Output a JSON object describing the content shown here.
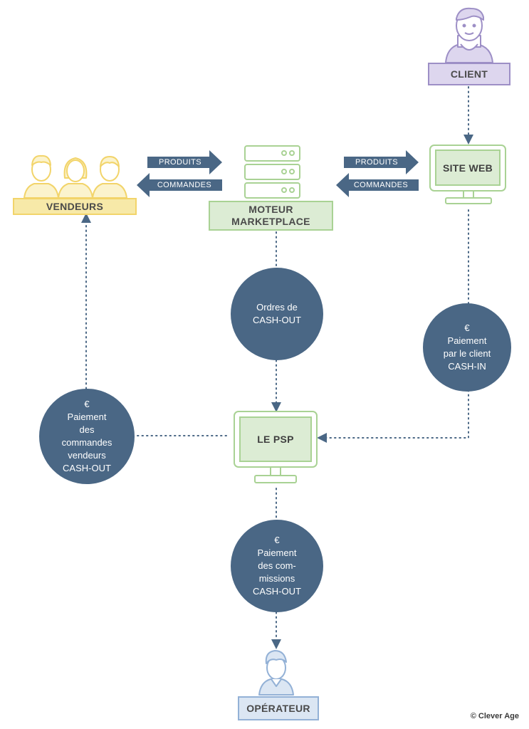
{
  "nodes": {
    "client": "CLIENT",
    "vendeurs": "VENDEURS",
    "moteur": [
      "MOTEUR",
      "MARKETPLACE"
    ],
    "site_web": "SITE WEB",
    "psp": "LE PSP",
    "operateur": "OPÉRATEUR"
  },
  "arrows": {
    "left_produits": "PRODUITS",
    "left_commandes": "COMMANDES",
    "right_produits": "PRODUITS",
    "right_commandes": "COMMANDES"
  },
  "circles": {
    "ordres": [
      "Ordres de",
      "CASH-OUT"
    ],
    "paiement_client": [
      "€",
      "Paiement",
      "par le client",
      "CASH-IN"
    ],
    "paiement_vendeurs": [
      "€",
      "Paiement",
      "des",
      "commandes",
      "vendeurs",
      "CASH-OUT"
    ],
    "paiement_commissions": [
      "€",
      "Paiement",
      "des com-",
      "missions",
      "CASH-OUT"
    ]
  },
  "footer": {
    "copyright": "© Clever Age"
  },
  "colors": {
    "navy": "#4a6785",
    "yellow": "#f7e9a8",
    "yellow_stroke": "#f2d46a",
    "green": "#dcecd4",
    "green_stroke": "#a9d294",
    "lavender": "#ddd6ee",
    "lavender_stroke": "#9d8fc6",
    "blue_light": "#dbe6f3",
    "blue_stroke": "#93b1d6"
  }
}
